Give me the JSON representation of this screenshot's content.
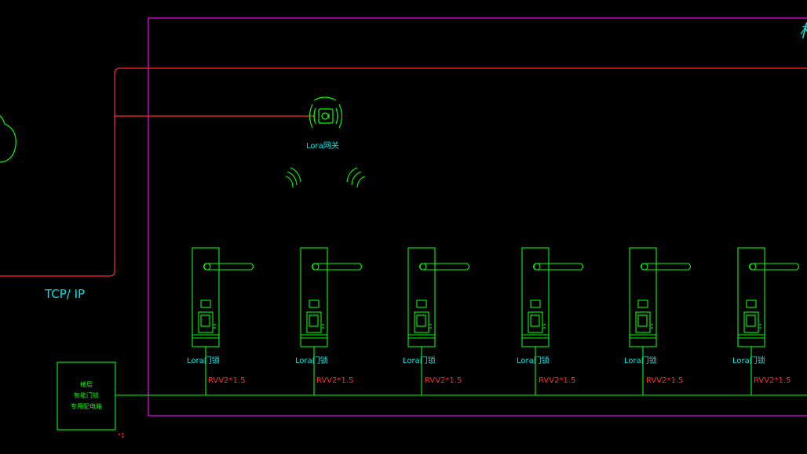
{
  "diagram": {
    "network_label": "TCP/ IP",
    "gateway": {
      "label": "Lora网关",
      "icon": "wireless-gateway-icon"
    },
    "locks": [
      {
        "label": "Lora门锁",
        "cable": "RVV2*1.5"
      },
      {
        "label": "Lora门锁",
        "cable": "RVV2*1.5"
      },
      {
        "label": "Lora门锁",
        "cable": "RVV2*1.5"
      },
      {
        "label": "Lora门锁",
        "cable": "RVV2*1.5"
      },
      {
        "label": "Lora门锁",
        "cable": "RVV2*1.5"
      },
      {
        "label": "Lora门锁",
        "cable": "RVV2*1.5"
      }
    ],
    "power_panel": {
      "lines": [
        "楼层",
        "智能门锁",
        "专用配电箱"
      ],
      "quantity": "*1"
    },
    "corner_text": "枍",
    "colors": {
      "background": "#000000",
      "boundary": "#ff00ff",
      "network_line": "#ff2a2a",
      "device": "#00ff00",
      "label_text": "#00e5e5",
      "cable_text": "#ff2a2a"
    }
  }
}
